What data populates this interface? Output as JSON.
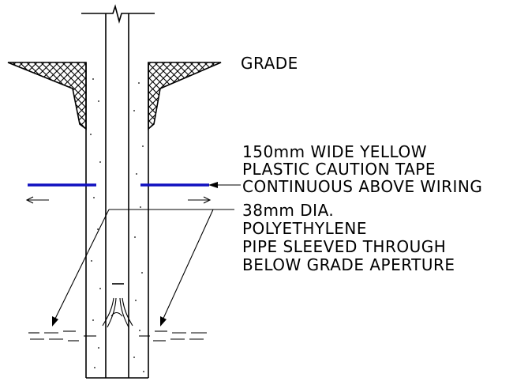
{
  "labels": {
    "grade": "GRADE",
    "tape_line1": "150mm WIDE YELLOW",
    "tape_line2": "PLASTIC CAUTION TAPE",
    "tape_line3": "CONTINUOUS ABOVE WIRING",
    "pipe_line1": "38mm DIA.",
    "pipe_line2": "POLYETHYLENE",
    "pipe_line3": "PIPE SLEEVED THROUGH",
    "pipe_line4": "BELOW GRADE APERTURE"
  },
  "colors": {
    "line": "#000000",
    "caution_tape": "#1010c0",
    "background": "#ffffff"
  }
}
